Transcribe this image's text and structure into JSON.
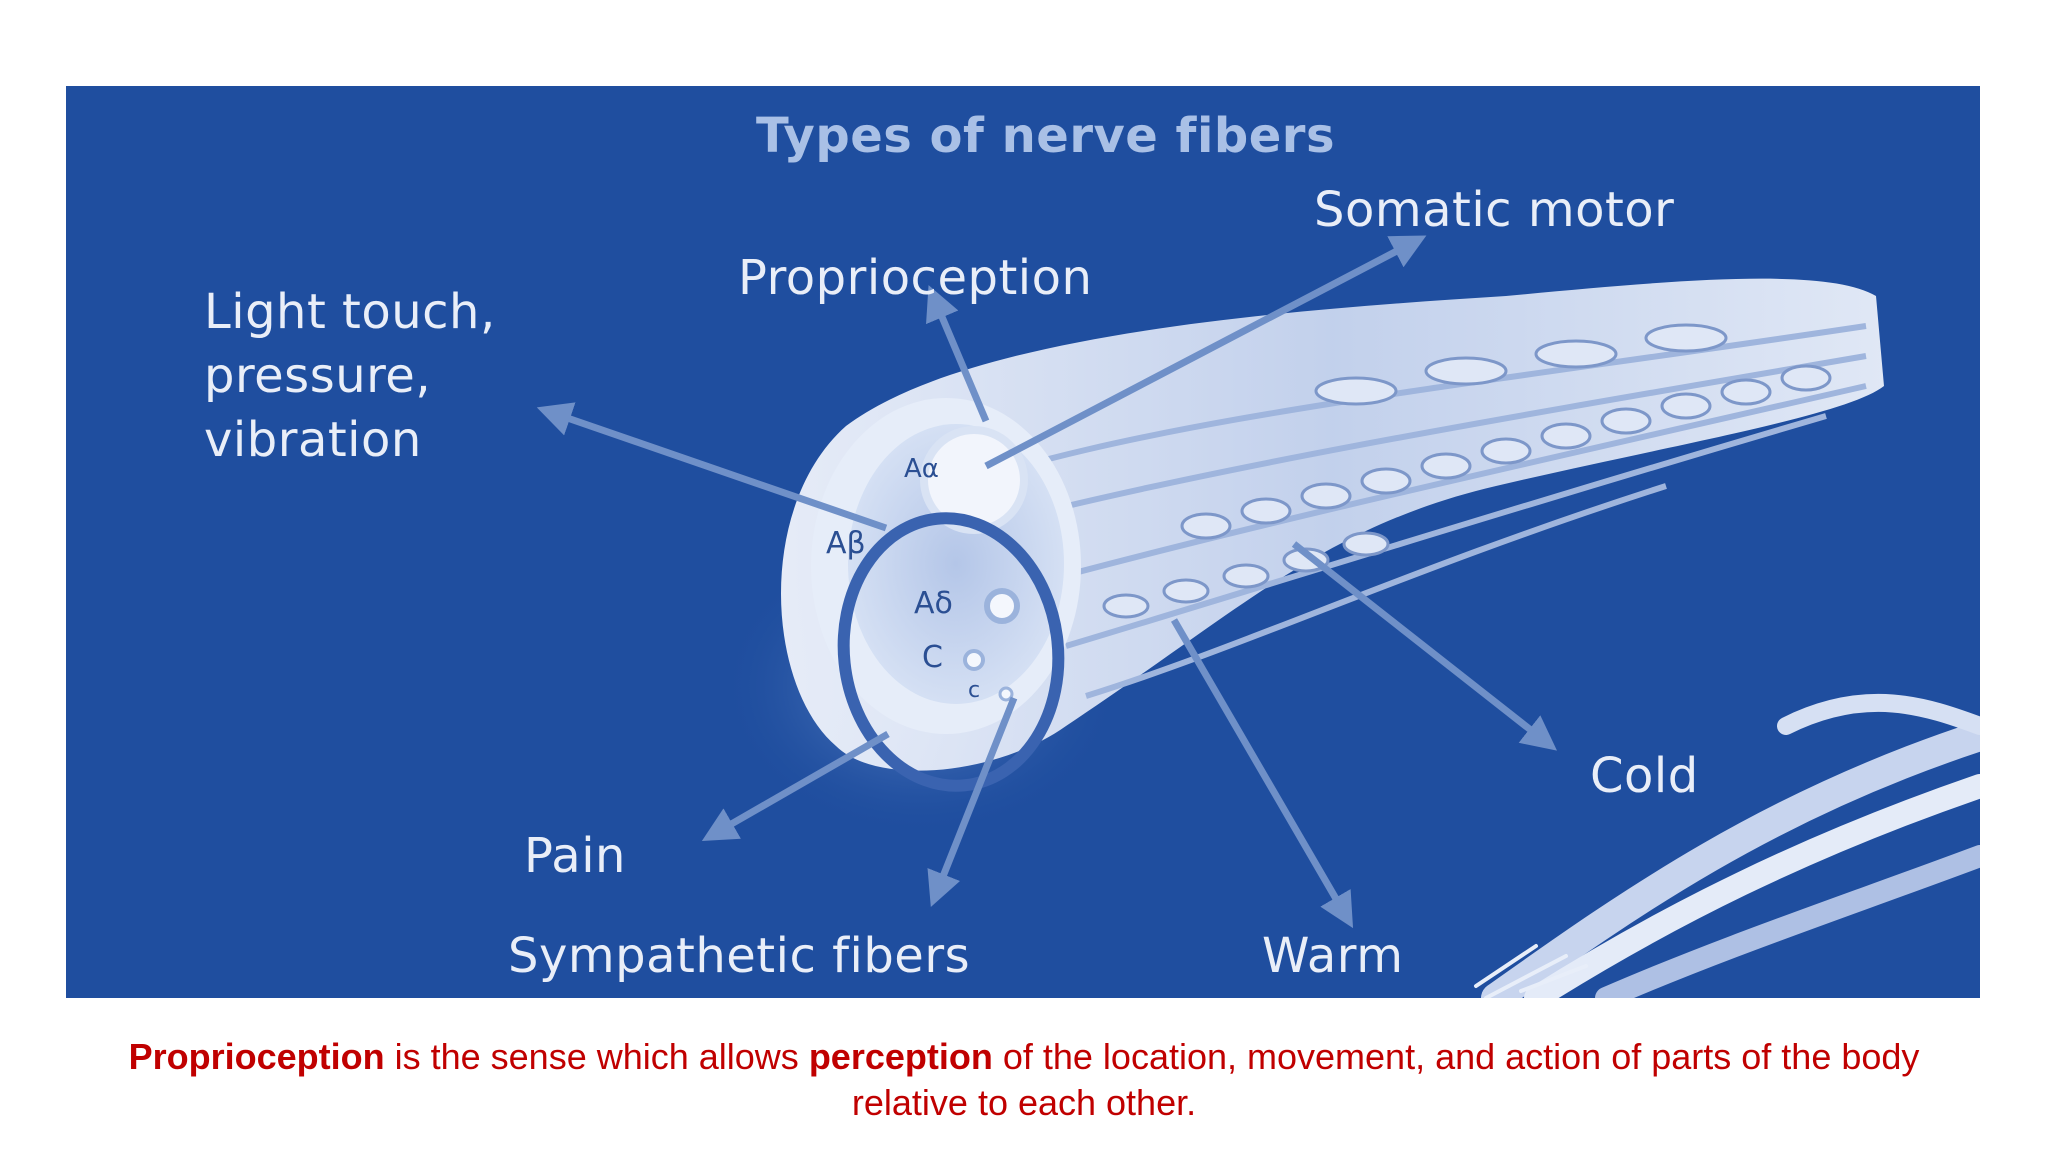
{
  "figure": {
    "title": "Types of nerve fibers",
    "labels": {
      "somatic_motor": "Somatic motor",
      "proprioception": "Proprioception",
      "light_touch": "Light touch,\npressure,\nvibration",
      "pain": "Pain",
      "sympathetic": "Sympathetic fibers",
      "warm": "Warm",
      "cold": "Cold"
    },
    "fibers": {
      "a_alpha": "Aα",
      "a_beta": "Aβ",
      "a_delta": "Aδ",
      "c_large": "C",
      "c_small": "c"
    },
    "colors": {
      "background": "#1f4e9f",
      "arrow": "#6f90c8",
      "label": "#e9eef8"
    }
  },
  "caption": {
    "term1": "Proprioception",
    "text1": " is the sense which allows ",
    "term2": "perception",
    "text2": " of the location, movement, and action of parts of the body relative to each other."
  }
}
